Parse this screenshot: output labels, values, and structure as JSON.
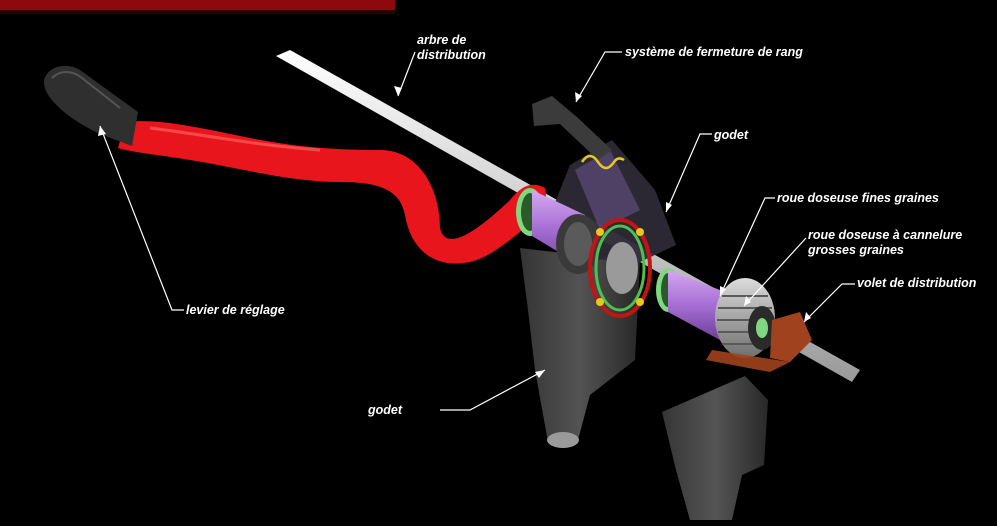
{
  "diagram": {
    "labels": {
      "arbre": "arbre de distribution",
      "systeme": "système de fermeture de rang",
      "godet_top": "godet",
      "fines": "roue doseuse fines graines",
      "cannelure": "roue doseuse à cannelure grosses graines",
      "volet": "volet de distribution",
      "levier": "levier de réglage",
      "godet_bottom": "godet"
    },
    "colors": {
      "background": "#000000",
      "lever": "#e8161c",
      "shaft": "#e6e6e6",
      "hopper": "#4a4a4a",
      "wheel": "#b07ad8",
      "ring": "#4fbf4f",
      "flap": "#a0421e"
    }
  }
}
